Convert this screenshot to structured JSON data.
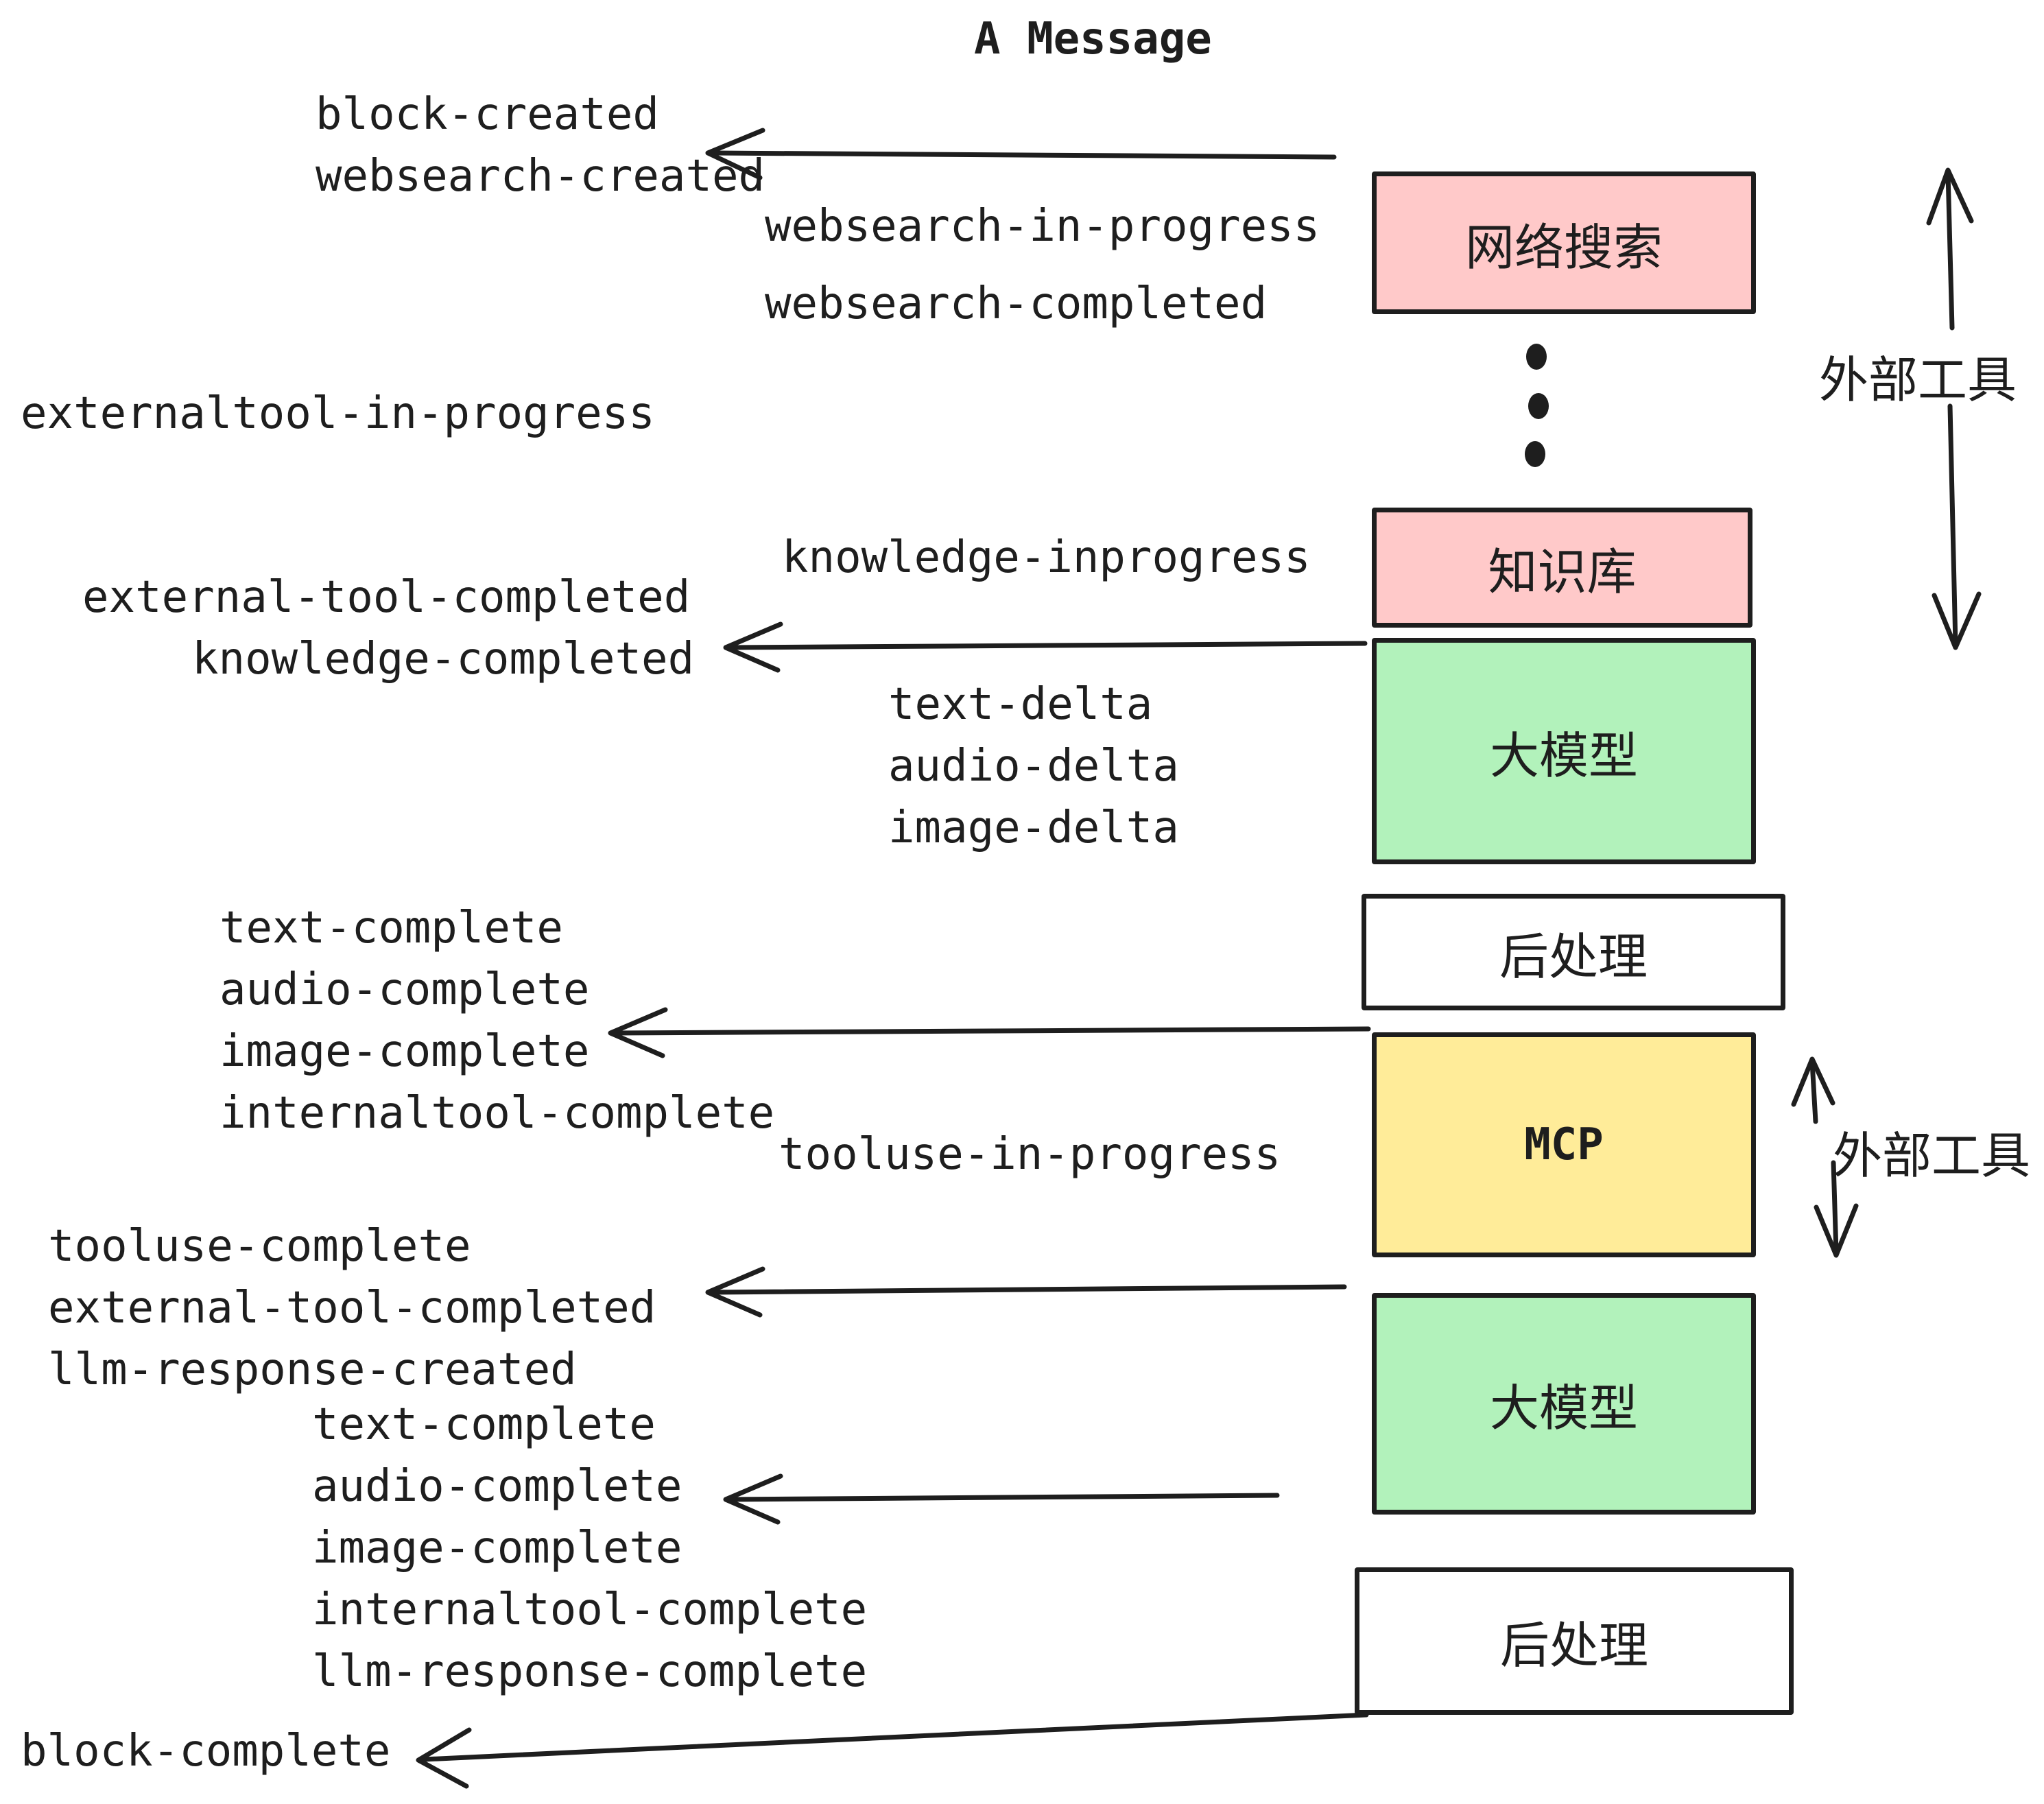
{
  "title": "A Message",
  "events": [
    "block-created",
    "websearch-created",
    "websearch-in-progress",
    "websearch-completed",
    "externaltool-in-progress",
    "knowledge-inprogress",
    "external-tool-completed",
    "knowledge-completed",
    "text-delta",
    "audio-delta",
    "image-delta",
    "text-complete",
    "audio-complete",
    "image-complete",
    "internaltool-complete",
    "tooluse-in-progress",
    "tooluse-complete",
    "external-tool-completed",
    "llm-response-created",
    "text-complete",
    "audio-complete",
    "image-complete",
    "internaltool-complete",
    "llm-response-complete",
    "block-complete"
  ],
  "boxes": [
    {
      "label": "网络搜索",
      "fill": "#ffc9c9"
    },
    {
      "label": "知识库",
      "fill": "#ffc9c9"
    },
    {
      "label": "大模型",
      "fill": "#b2f2bb"
    },
    {
      "label": "后处理",
      "fill": "#ffffff"
    },
    {
      "label": "MCP",
      "fill": "#ffec99"
    },
    {
      "label": "大模型",
      "fill": "#b2f2bb"
    },
    {
      "label": "后处理",
      "fill": "#ffffff"
    }
  ],
  "side_labels": [
    "外部工具",
    "外部工具"
  ],
  "colors": {
    "ink": "#1e1e1e",
    "box_pink": "#ffc9c9",
    "box_green": "#b2f2bb",
    "box_yellow": "#ffec99",
    "box_white": "#ffffff"
  }
}
